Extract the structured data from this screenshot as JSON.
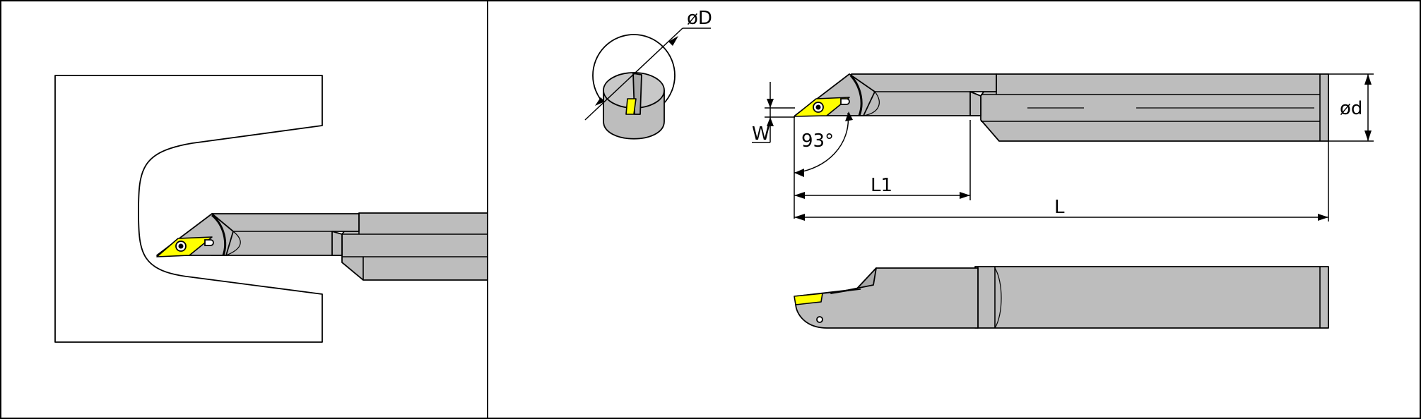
{
  "dimensions": {
    "bore_diameter": "øD",
    "shank_diameter": "ød",
    "width": "W",
    "angle": "93°",
    "head_length": "L1",
    "overall_length": "L"
  },
  "colors": {
    "insert": "#ffff00",
    "body": "#bdbdbd",
    "outline": "#000000"
  }
}
